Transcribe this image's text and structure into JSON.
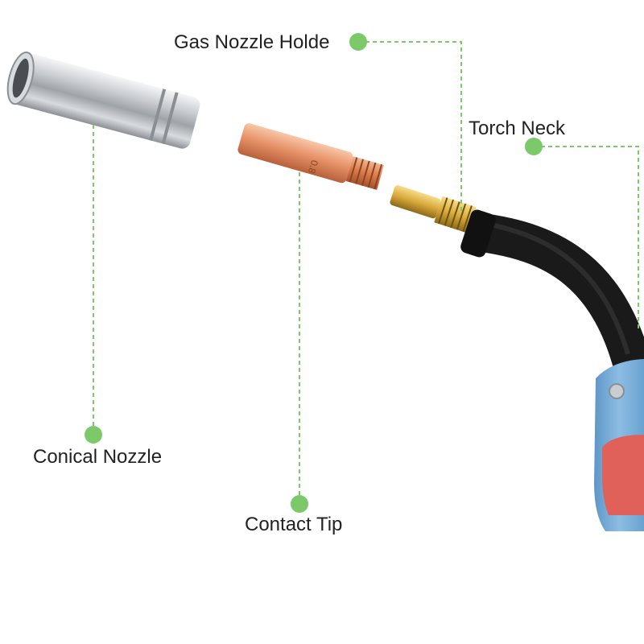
{
  "labels": {
    "gas_nozzle_holder": "Gas Nozzle Holde",
    "torch_neck": "Torch Neck",
    "conical_nozzle": "Conical Nozzle",
    "contact_tip": "Contact Tip",
    "tip_size_marking": "0.8"
  },
  "colors": {
    "callout": "#7cc96a",
    "nozzle_silver": "#c9ccd0",
    "contact_tip_copper": "#e8936a",
    "holder_brass": "#d8a93a",
    "neck_cable": "#1a1a1a",
    "handle_blue": "#7aaed8",
    "handle_red": "#e0605a"
  }
}
